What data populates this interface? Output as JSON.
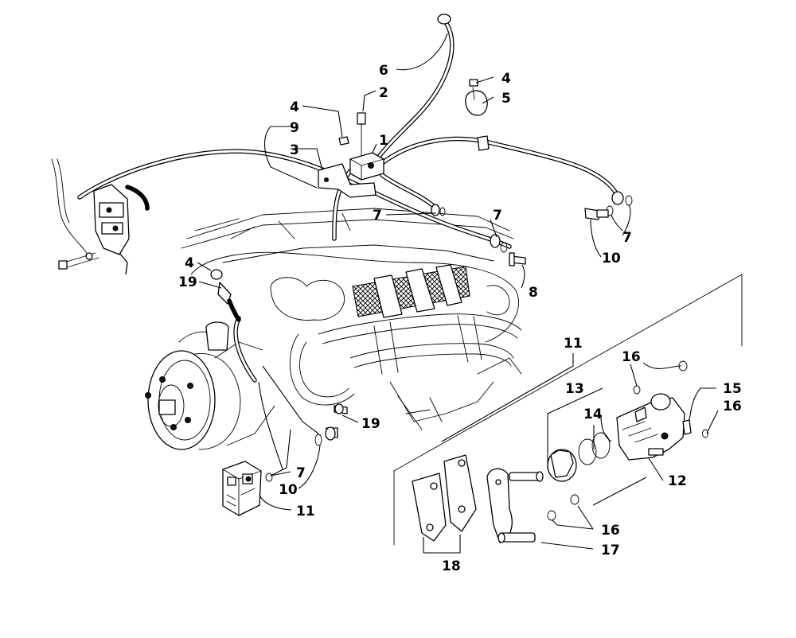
{
  "callouts": {
    "c1": "1",
    "c2": "2",
    "c3": "3",
    "c4a": "4",
    "c4b": "4",
    "c4c": "4",
    "c5": "5",
    "c6": "6",
    "c7a": "7",
    "c7b": "7",
    "c7c": "7",
    "c7d": "7",
    "c8": "8",
    "c9": "9",
    "c10a": "10",
    "c10b": "10",
    "c11a": "11",
    "c11b": "11",
    "c12": "12",
    "c13": "13",
    "c14": "14",
    "c15": "15",
    "c16a": "16",
    "c16b": "16",
    "c16c": "16",
    "c17": "17",
    "c18": "18",
    "c19a": "19",
    "c19b": "19"
  }
}
